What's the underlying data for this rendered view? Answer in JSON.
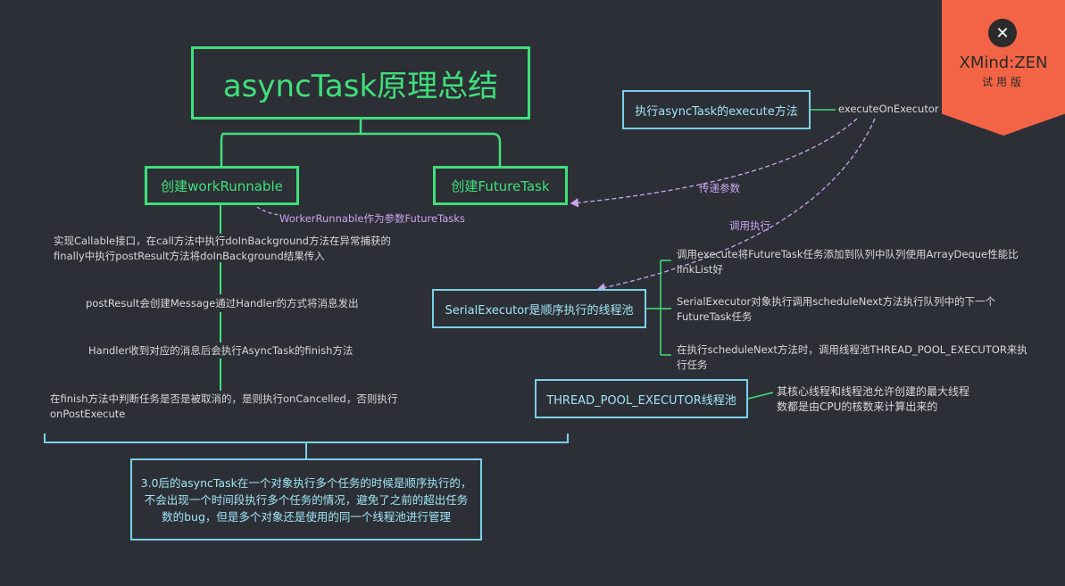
{
  "root": {
    "title": "asyncTask原理总结"
  },
  "left_branch": {
    "nodes": {
      "work_runnable": "创建workRunnable",
      "future_task": "创建FutureTask"
    },
    "edge_label": "WorkerRunnable作为参数FutureTasks",
    "steps": [
      "实现Callable接口，在call方法中执行doInBackground方法在异常捕获的finally中执行postResult方法将doInBackground结果传入",
      "postResult会创建Message通过Handler的方式将消息发出",
      "Handler收到对应的消息后会执行AsyncTask的finish方法",
      "在finish方法中判断任务是否是被取消的，是则执行onCancelled，否则执行onPostExecute"
    ],
    "summary": "3.0后的asyncTask在一个对象执行多个任务的时候是顺序执行的，不会出现一个时间段执行多个任务的情况，避免了之前的超出任务数的bug，但是多个对象还是使用的同一个线程池进行管理"
  },
  "right_branch": {
    "execute_node": "执行asyncTask的execute方法",
    "execute_child": "executeOnExecutor",
    "pass_params_label": "传递参数",
    "call_exec_label": "调用执行",
    "serial_node": "SerialExecutor是顺序执行的线程池",
    "serial_details": [
      "调用execute将FutureTask任务添加到队列中队列使用ArrayDeque性能比linkList好",
      "SerialExecutor对象执行调用scheduleNext方法执行队列中的下一个FutureTask任务",
      "在执行scheduleNext方法时，调用线程池THREAD_POOL_EXECUTOR来执行任务"
    ],
    "threadpool_node": "THREAD_POOL_EXECUTOR线程池",
    "threadpool_desc": "其核心线程和线程池允许创建的最大线程数都是由CPU的核数来计算出来的"
  },
  "watermark": {
    "logo_icon": "x-logo-icon",
    "name": "XMind:ZEN",
    "trial": "试用版"
  },
  "colors": {
    "background": "#2d2f36",
    "main_green": "#3fe07a",
    "cyan": "#78d2e8",
    "purple": "#c8a6f0",
    "badge": "#f26445"
  }
}
